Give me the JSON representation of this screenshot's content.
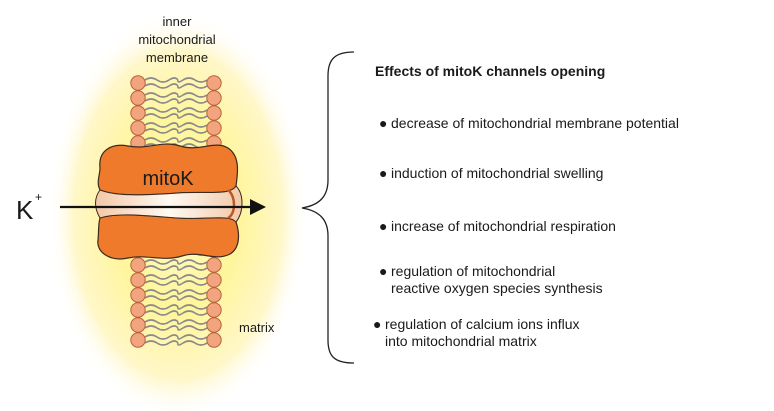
{
  "diagram": {
    "membrane_label_lines": [
      "inner",
      "mitochondrial",
      "membrane"
    ],
    "channel_label": "mitoK",
    "ion_label": "K",
    "ion_charge": "+",
    "matrix_label": "matrix",
    "colors": {
      "glow": "#fff36a",
      "lipid_head": "#f2a47e",
      "lipid_head_stroke": "#b8613c",
      "lipid_tail": "#8a8a8a",
      "channel": "#f07a2c",
      "channel_stroke": "#3a2a20",
      "pore": "#fbe6d2",
      "arrow": "#111111"
    }
  },
  "effects": {
    "title": "Effects of mitoK channels opening",
    "bullet": "●",
    "items": [
      {
        "lines": [
          "decrease of mitochondrial membrane potential"
        ]
      },
      {
        "lines": [
          "induction of mitochondrial swelling"
        ]
      },
      {
        "lines": [
          "increase of mitochondrial respiration"
        ]
      },
      {
        "lines": [
          "regulation of mitochondrial",
          "reactive oxygen species synthesis"
        ]
      },
      {
        "lines": [
          "regulation of calcium ions influx",
          "into mitochondrial matrix"
        ]
      }
    ]
  }
}
